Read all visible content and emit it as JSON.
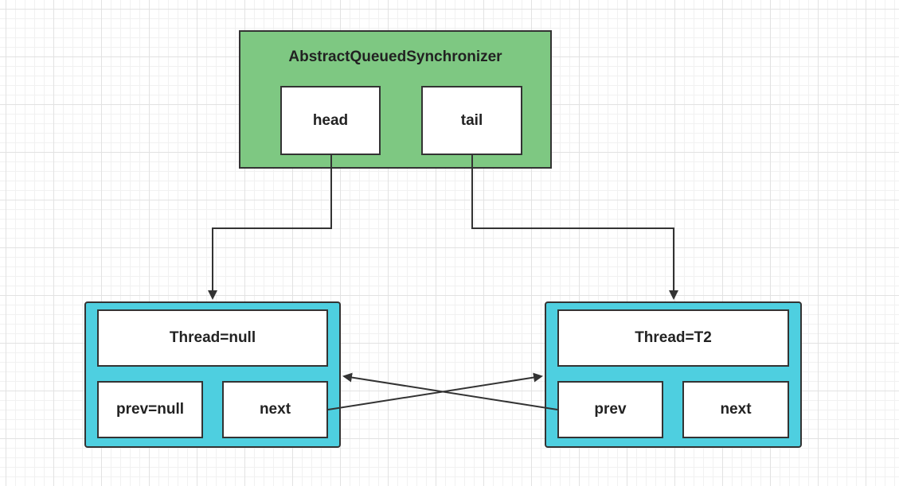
{
  "aqs": {
    "title": "AbstractQueuedSynchronizer",
    "head_label": "head",
    "tail_label": "tail",
    "fill_color": "#7ec882"
  },
  "nodes": [
    {
      "thread_label": "Thread=null",
      "prev_label": "prev=null",
      "next_label": "next"
    },
    {
      "thread_label": "Thread=T2",
      "prev_label": "prev",
      "next_label": "next"
    }
  ],
  "colors": {
    "node_fill": "#4ecfe0",
    "stroke": "#333333"
  }
}
